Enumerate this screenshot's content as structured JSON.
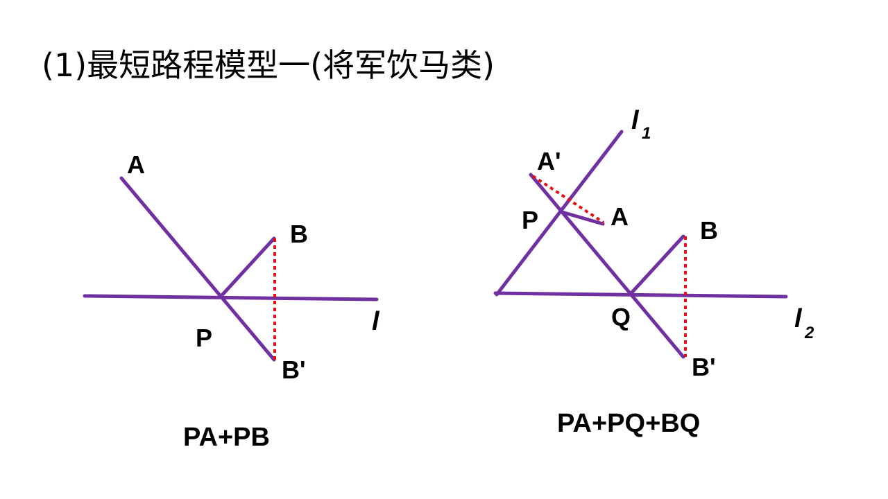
{
  "title": "(1)最短路程模型一(将军饮马类)",
  "colors": {
    "line": "#7030A0",
    "dotted": "#E81010",
    "text": "#000000"
  },
  "left_figure": {
    "label_A": "A",
    "label_B": "B",
    "label_P": "P",
    "label_Bp": "B'",
    "label_l": "l",
    "caption": "PA+PB"
  },
  "right_figure": {
    "label_Ap": "A'",
    "label_A": "A",
    "label_P": "P",
    "label_B": "B",
    "label_Q": "Q",
    "label_Bp": "B'",
    "label_l1": "l",
    "label_l1_sub": "1",
    "label_l2": "l",
    "label_l2_sub": "2",
    "caption": "PA+PQ+BQ"
  }
}
